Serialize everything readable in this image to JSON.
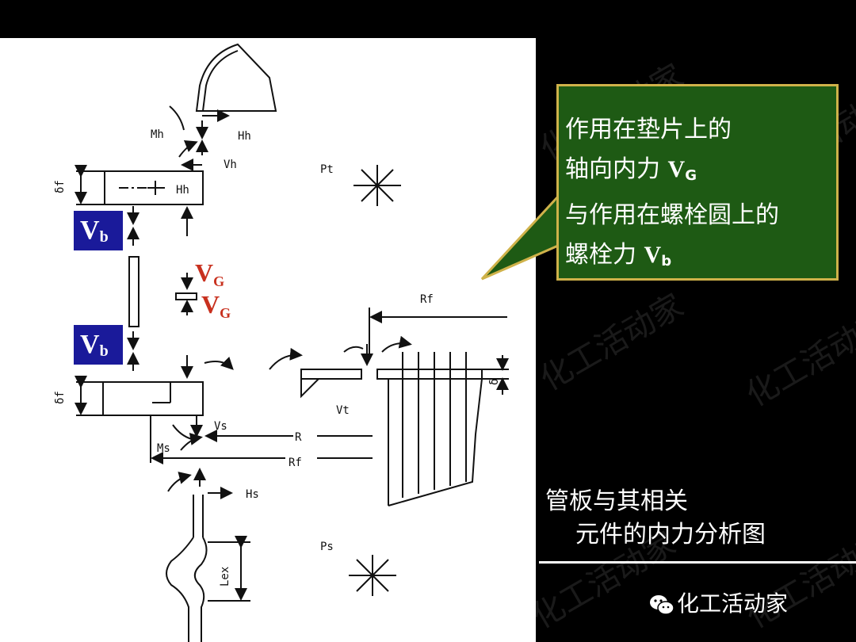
{
  "top_bar": {
    "color": "#000000"
  },
  "diagram": {
    "labels": {
      "Mh": "Mh",
      "Hh_top": "Hh",
      "Vh": "Vh",
      "Hh_plate": "Hh",
      "Pt": "Pt",
      "Rf_top": "Rf",
      "Vt": "Vt",
      "Vs": "Vs",
      "Ms": "Ms",
      "R": "R",
      "Rf_bottom": "Rf",
      "Hs": "Hs",
      "Ps": "Ps",
      "Lex": "Lex",
      "delta_f_top": "δf",
      "delta_f_bottom": "δf",
      "delta_right": "δ"
    }
  },
  "tags": {
    "vb_top": {
      "main": "V",
      "sub": "b"
    },
    "vb_bottom": {
      "main": "V",
      "sub": "b"
    },
    "vg_top": {
      "main": "V",
      "sub": "G"
    },
    "vg_bottom": {
      "main": "V",
      "sub": "G"
    }
  },
  "callout": {
    "line1": "作用在垫片上的",
    "line2_text": "轴向内力 ",
    "line2_sym": "V",
    "line2_sub": "G",
    "line3": "与作用在螺栓圆上的",
    "line4_text": "螺栓力 ",
    "line4_sym": "V",
    "line4_sub": "b",
    "colors": {
      "fill": "#1e5a14",
      "border": "#cfb24a"
    }
  },
  "caption": {
    "line1": "管板与其相关",
    "line2": "元件的内力分析图"
  },
  "brand": {
    "name": "化工活动家",
    "icon": "wechat-icon"
  },
  "watermark_text": "化工活动家"
}
